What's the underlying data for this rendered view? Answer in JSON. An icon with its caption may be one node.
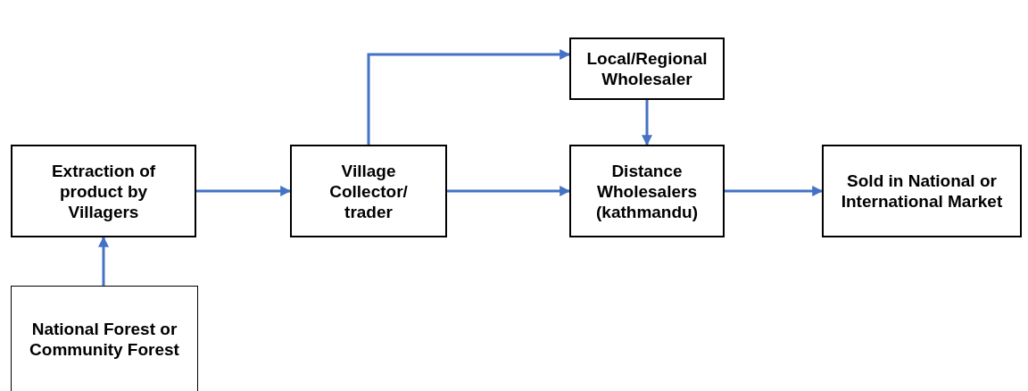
{
  "diagram": {
    "nodes": [
      {
        "text": [
          "Local/Regional Wholesaler"
        ]
      },
      {
        "text": [
          "Extraction of product by Villagers"
        ]
      },
      {
        "text": [
          "Village Collector/ trader"
        ]
      },
      {
        "text": [
          "Distance Wholesalers (kathmandu)"
        ]
      },
      {
        "text": [
          "Sold in National or International Market"
        ]
      },
      {
        "text": [
          "National Forest or Community Forest"
        ]
      }
    ],
    "edges": [
      {
        "from": 5,
        "to": 1,
        "arrow": "to"
      },
      {
        "from": 1,
        "to": 2,
        "arrow": "to"
      },
      {
        "from": 2,
        "to": 0,
        "arrow": "to"
      },
      {
        "from": 0,
        "to": 3,
        "arrow": "to"
      },
      {
        "from": 2,
        "to": 3,
        "arrow": "to"
      },
      {
        "from": 3,
        "to": 4,
        "arrow": "to"
      }
    ]
  }
}
